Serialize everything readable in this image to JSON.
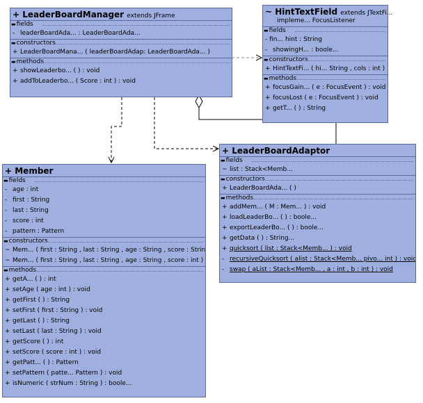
{
  "leaderboard_manager": {
    "title": "+ LeaderBoardManager",
    "extends": "extends  JFrame",
    "sections": [
      "fields",
      "constructors",
      "methods"
    ],
    "fields": [
      {
        "vis": "-",
        "text": "leaderBoardAda...      : LeaderBoardAda..."
      }
    ],
    "constructors": [
      {
        "vis": "+",
        "text": "LeaderBoardMana...    ( leaderBoardAdap:   LeaderBoardAda...    )"
      }
    ],
    "methods": [
      {
        "vis": "+",
        "text": "showLeaderbo...      ( ) : void"
      },
      {
        "vis": "+",
        "text": "addToLeaderbo...    ( Score : int ) : void"
      }
    ]
  },
  "hint_text_field": {
    "title": "~ HintTextField",
    "extends": "extends  JTextFi...",
    "implements": "impleme...     FocusListener",
    "sections": [
      "fields",
      "constructors",
      "methods"
    ],
    "fields": [
      {
        "vis": "- fin...",
        "text": "  hint : String"
      },
      {
        "vis": "-",
        "text": "showingH...   : boole..."
      }
    ],
    "constructors": [
      {
        "vis": "+",
        "text": "HintTextFi...    ( hi...   String ,  cols : int )"
      }
    ],
    "methods": [
      {
        "vis": "+",
        "text": "focusGain...   ( e : FocusEvent ) : void"
      },
      {
        "vis": "+",
        "text": "focusLost ( e : FocusEvent ) : void"
      },
      {
        "vis": "+",
        "text": "getT...       ( ) : String"
      }
    ]
  },
  "leaderboard_adaptor": {
    "title": "+ LeaderBoardAdaptor",
    "sections": [
      "fields",
      "constructors",
      "methods"
    ],
    "fields": [
      {
        "vis": "~",
        "text": "list : Stack<Memb..."
      }
    ],
    "constructors": [
      {
        "vis": "+",
        "text": "LeaderBoardAda...     ( )"
      }
    ],
    "methods": [
      {
        "vis": "+",
        "text": "addMem...     ( M : Mem...     ) : void",
        "underline": false
      },
      {
        "vis": "+",
        "text": "loadLeaderBo...   ( ) : boole...",
        "underline": false
      },
      {
        "vis": "+",
        "text": "exportLeaderBo...    ( ) : boole...",
        "underline": false
      },
      {
        "vis": "+",
        "text": "getData ( ) : String...",
        "underline": false
      },
      {
        "vis": "+",
        "text": "quicksort ( list : Stack<Memb...     ) : void",
        "underline": true
      },
      {
        "vis": "-",
        "text": "recursiveQuicksort ( alist : Stack<Memb...      pivo...    int ) : void",
        "underline": true
      },
      {
        "vis": "-",
        "text": "swap ( aList : Stack<Memb...     ,  a : int ,  b : int ) : void",
        "underline": true
      }
    ]
  },
  "member": {
    "title": "+ Member",
    "sections": [
      "fields",
      "constructors",
      "methods"
    ],
    "fields": [
      {
        "vis": "-",
        "text": "age : int"
      },
      {
        "vis": "-",
        "text": "first : String"
      },
      {
        "vis": "-",
        "text": "last : String"
      },
      {
        "vis": "-",
        "text": "score : int"
      },
      {
        "vis": "-",
        "text": "pattern : Pattern"
      }
    ],
    "constructors": [
      {
        "vis": "~",
        "text": "Mem...    ( first : String ,  last : String ,  age : String ,  score : String )"
      },
      {
        "vis": "~",
        "text": "Mem...    ( first : String ,  last : String ,  age : String ,  score : int )"
      }
    ],
    "methods": [
      {
        "vis": "+",
        "text": "getA...    ( ) : int"
      },
      {
        "vis": "+",
        "text": "setAge ( age : int ) : void"
      },
      {
        "vis": "+",
        "text": "getFirst ( ) : String"
      },
      {
        "vis": "+",
        "text": "setFirst ( first : String ) : void"
      },
      {
        "vis": "+",
        "text": "getLast ( ) : String"
      },
      {
        "vis": "+",
        "text": "setLast ( last : String ) : void"
      },
      {
        "vis": "+",
        "text": "getScore ( ) : int"
      },
      {
        "vis": "+",
        "text": "setScore ( score : int ) : void"
      },
      {
        "vis": "+",
        "text": "getPatt...     ( ) : Pattern"
      },
      {
        "vis": "+",
        "text": "setPattern ( patte...     Pattern ) : void"
      },
      {
        "vis": "+",
        "text": "isNumeric ( strNum : String ) : boole..."
      }
    ]
  }
}
